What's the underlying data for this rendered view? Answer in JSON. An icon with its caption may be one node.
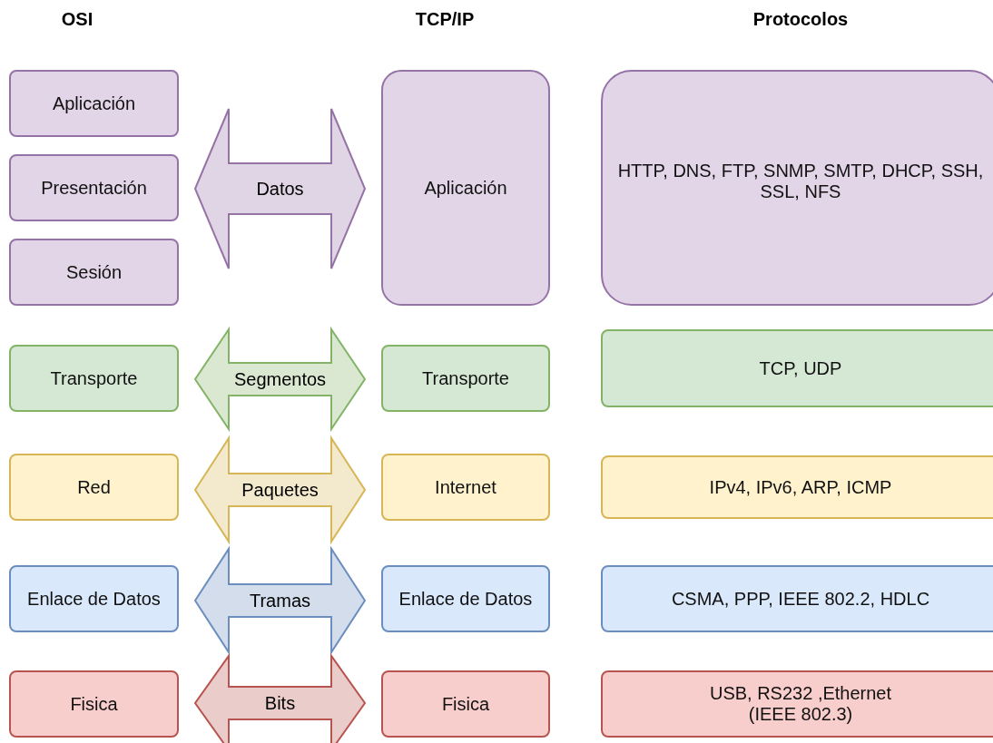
{
  "diagram": {
    "nodes": [
      {
        "text": [
          "Aplicación"
        ]
      },
      {
        "text": [
          "Presentación"
        ]
      },
      {
        "text": [
          "Sesión"
        ]
      },
      {
        "text": [
          "Transporte"
        ]
      },
      {
        "text": [
          "Red"
        ]
      },
      {
        "text": [
          "Enlace de Datos"
        ]
      },
      {
        "text": [
          "Fisica"
        ]
      },
      {
        "text": [
          "Aplicación"
        ]
      },
      {
        "text": [
          "Transporte"
        ]
      },
      {
        "text": [
          "Internet"
        ]
      },
      {
        "text": [
          "Enlace de Datos"
        ]
      },
      {
        "text": [
          "Fisica"
        ]
      },
      {
        "text": [
          "HTTP, DNS, FTP, SNMP, SMTP, DHCP, SSH, SSL, NFS"
        ]
      },
      {
        "text": [
          "TCP, UDP"
        ]
      },
      {
        "text": [
          "IPv4, IPv6, ARP, ICMP"
        ]
      },
      {
        "text": [
          "CSMA, PPP, IEEE 802.2, HDLC"
        ]
      },
      {
        "text": [
          "USB, RS232 ,Ethernet (IEEE 802.3)"
        ]
      }
    ],
    "edges": [
      {
        "from": 1,
        "to": 7,
        "arrow": "both",
        "label": "Datos",
        "color": "#9673a6"
      },
      {
        "from": 3,
        "to": 8,
        "arrow": "both",
        "label": "Segmentos",
        "color": "#82b366"
      },
      {
        "from": 4,
        "to": 9,
        "arrow": "both",
        "label": "Paquetes",
        "color": "#d6b656"
      },
      {
        "from": 5,
        "to": 10,
        "arrow": "both",
        "label": "Tramas",
        "color": "#6c8ebf"
      },
      {
        "from": 6,
        "to": 11,
        "arrow": "both",
        "label": "Bits",
        "color": "#b85450"
      }
    ],
    "labels": [
      "OSI",
      "TCP/IP",
      "Protocolos"
    ]
  }
}
